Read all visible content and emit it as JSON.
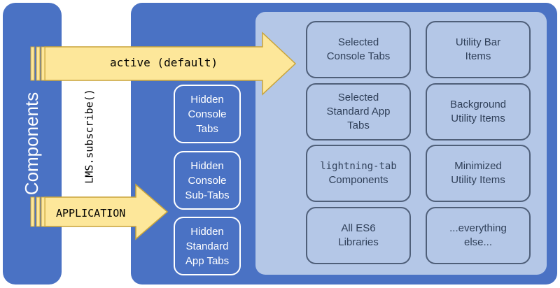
{
  "components_label": "Components",
  "lms_label": "LMS.subscribe()",
  "arrows": {
    "active": "active (default)",
    "application": "APPLICATION"
  },
  "hidden_boxes": [
    [
      "Hidden",
      "Console",
      "Tabs"
    ],
    [
      "Hidden",
      "Console",
      "Sub-Tabs"
    ],
    [
      "Hidden",
      "Standard",
      "App Tabs"
    ]
  ],
  "cells": {
    "selected_console_tabs": [
      "Selected",
      "Console Tabs"
    ],
    "utility_bar_items": [
      "Utility Bar",
      "Items"
    ],
    "selected_standard_app_tabs": [
      "Selected",
      "Standard App",
      "Tabs"
    ],
    "background_utility_items": [
      "Background",
      "Utility Items"
    ],
    "lightning_tab_code": "lightning-tab",
    "lightning_tab_text": "Components",
    "minimized_utility_items": [
      "Minimized",
      "Utility Items"
    ],
    "all_es6_libraries": [
      "All ES6",
      "Libraries"
    ],
    "everything_else": [
      "...everything",
      "else..."
    ]
  },
  "colors": {
    "panel_blue": "#4a72c4",
    "inner_panel": "#b4c7e7",
    "arrow_fill": "#fde79a",
    "arrow_stroke": "#c9a43a"
  }
}
